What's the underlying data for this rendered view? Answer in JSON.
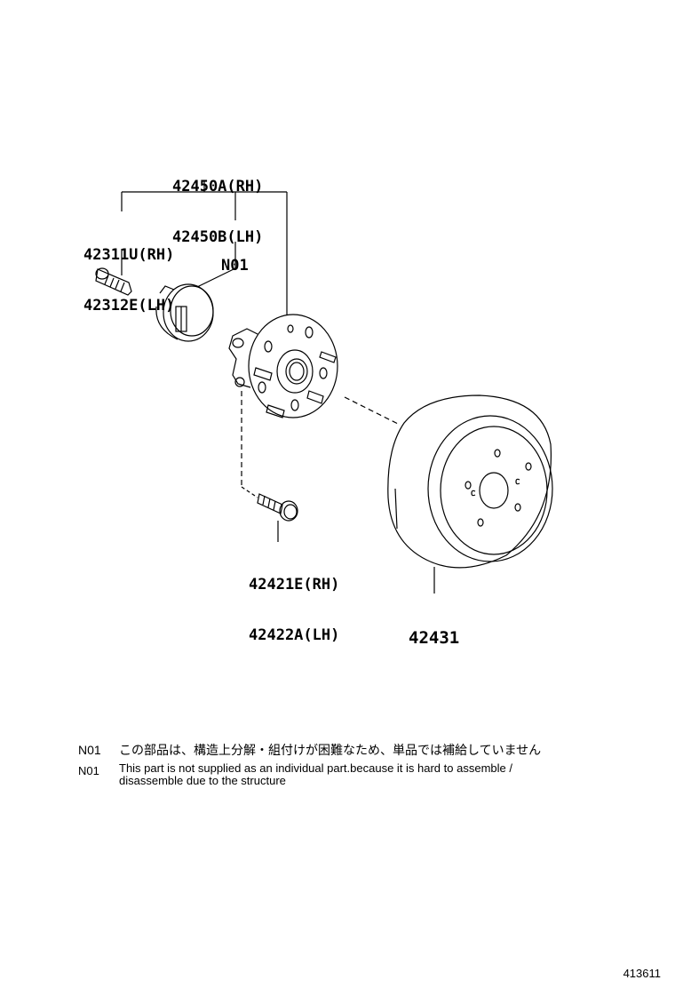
{
  "diagram": {
    "title": "Rear axle hub & disc parts diagram",
    "figure_id": "413611",
    "parts": [
      {
        "id": "hub_assembly",
        "lines": [
          "42450A(RH)",
          "42450B(LH)"
        ]
      },
      {
        "id": "hub_bolt",
        "lines": [
          "42311U(RH)",
          "42312E(LH)"
        ]
      },
      {
        "id": "bearing",
        "lines": [
          "N01"
        ]
      },
      {
        "id": "mounting_bolt",
        "lines": [
          "42421E(RH)",
          "42422A(LH)"
        ]
      },
      {
        "id": "disc",
        "lines": [
          "42431"
        ]
      }
    ],
    "notes": [
      {
        "code": "N01",
        "text": "この部品は、構造上分解・組付けが困難なため、単品では補給していません"
      },
      {
        "code": "N01",
        "text": "This part is not supplied as an individual part.because it is hard to assemble /\ndisassemble due to the structure"
      }
    ]
  }
}
